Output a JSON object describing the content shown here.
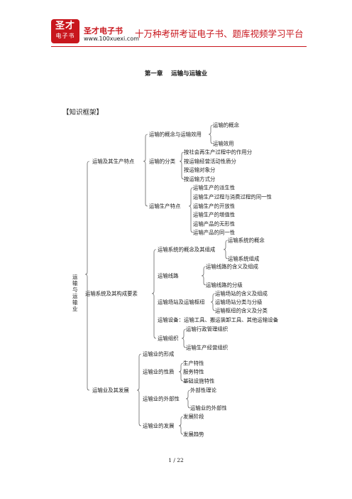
{
  "header": {
    "logo_top": "圣才",
    "logo_bottom": "电子书",
    "brand_name": "圣才电子书",
    "brand_url": "www.100xuexi.com",
    "tagline": "十万种考研考证电子书、题库视频学习平台"
  },
  "chapter_title": "第一章    运输与运输业",
  "section_head": "【知识框架】",
  "tree": {
    "root": "运输与运输业",
    "nodes": [
      {
        "id": "n1",
        "text": "运输及其生产特点"
      },
      {
        "id": "n11",
        "text": "运输的概念与运输效用"
      },
      {
        "id": "n111",
        "text": "运输的概念"
      },
      {
        "id": "n112",
        "text": "运输效用"
      },
      {
        "id": "n12",
        "text": "运输的分类"
      },
      {
        "id": "n121",
        "text": "按社会再生产过程中的作用分"
      },
      {
        "id": "n122",
        "text": "按运输经营活动性质分"
      },
      {
        "id": "n123",
        "text": "按运输对象分"
      },
      {
        "id": "n124",
        "text": "按运输方式分"
      },
      {
        "id": "n13",
        "text": "运输生产特点"
      },
      {
        "id": "n131",
        "text": "运输生产的派生性"
      },
      {
        "id": "n132",
        "text": "运输生产过程与消费过程的同一性"
      },
      {
        "id": "n133",
        "text": "运输生产的开放性"
      },
      {
        "id": "n134",
        "text": "运输生产的增值性"
      },
      {
        "id": "n135",
        "text": "运输产品的无形性"
      },
      {
        "id": "n136",
        "text": "运输产品的同一性"
      },
      {
        "id": "n2",
        "text": "运输系统及其构成要素"
      },
      {
        "id": "n21",
        "text": "运输系统的概念及其组成"
      },
      {
        "id": "n211",
        "text": "运输系统的概念"
      },
      {
        "id": "n212",
        "text": "运输系统组成"
      },
      {
        "id": "n22",
        "text": "运输线路"
      },
      {
        "id": "n221",
        "text": "运输线路的含义及组成"
      },
      {
        "id": "n222",
        "text": "运输线路的分级"
      },
      {
        "id": "n23",
        "text": "运输场站及运输枢纽"
      },
      {
        "id": "n231",
        "text": "运输场站的含义及组成"
      },
      {
        "id": "n232",
        "text": "运输场站分类与分级"
      },
      {
        "id": "n233",
        "text": "运输枢纽的含义及分类"
      },
      {
        "id": "n24",
        "text": "运输设备：运输工具、搬运装卸工具、其他运输设备"
      },
      {
        "id": "n25",
        "text": "运输组织"
      },
      {
        "id": "n251",
        "text": "运输行政管理组织"
      },
      {
        "id": "n252",
        "text": "运输生产经营组织"
      },
      {
        "id": "n3",
        "text": "运输业及其发展"
      },
      {
        "id": "n31",
        "text": "运输业的形成"
      },
      {
        "id": "n32",
        "text": "运输业的性质"
      },
      {
        "id": "n321",
        "text": "生产特性"
      },
      {
        "id": "n322",
        "text": "服务特性"
      },
      {
        "id": "n323",
        "text": "基础设施特性"
      },
      {
        "id": "n33",
        "text": "运输业的外部性"
      },
      {
        "id": "n331",
        "text": "外部性理论"
      },
      {
        "id": "n332",
        "text": "运输业的外部性"
      },
      {
        "id": "n34",
        "text": "运输业的发展"
      },
      {
        "id": "n341",
        "text": "发展阶段"
      },
      {
        "id": "n342",
        "text": "发展趋势"
      }
    ]
  },
  "footer": {
    "page_number": "1 / 22"
  }
}
